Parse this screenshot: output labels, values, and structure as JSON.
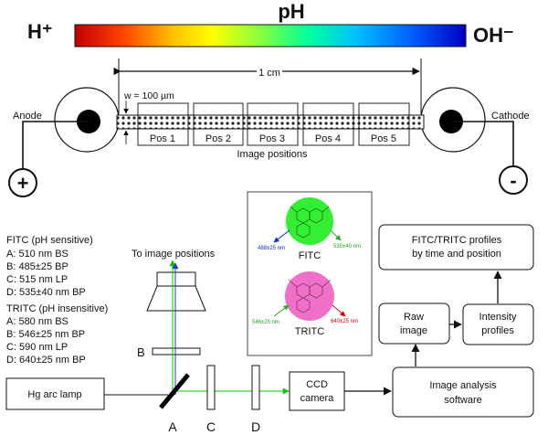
{
  "ph_scale": {
    "title": "pH",
    "acid_label": "H⁺",
    "base_label": "OH⁻"
  },
  "channel": {
    "length_label": "1 cm",
    "width_label": "w = 100 µm",
    "positions": [
      "Pos 1",
      "Pos 2",
      "Pos 3",
      "Pos 4",
      "Pos 5"
    ],
    "positions_caption": "Image positions"
  },
  "electrodes": {
    "anode_label": "Anode",
    "cathode_label": "Cathode",
    "plus_sign": "+",
    "minus_sign": "-"
  },
  "filters": {
    "fitc_header": "FITC (pH sensitive)",
    "fitc_items": [
      "A: 510 nm BS",
      "B: 485±25 BP",
      "C: 515 nm LP",
      "D: 535±40 nm BP"
    ],
    "tritc_header": "TRITC (pH insensitive)",
    "tritc_items": [
      "A: 580 nm BS",
      "B: 546±25 nm BP",
      "C: 590 nm LP",
      "D: 640±25 nm BP"
    ]
  },
  "optics": {
    "to_image_label": "To image positions",
    "lamp_label": "Hg arc lamp",
    "camera_label_1": "CCD",
    "camera_label_2": "camera",
    "component_labels": [
      "A",
      "B",
      "C",
      "D"
    ]
  },
  "dyes": {
    "fitc_name": "FITC",
    "fitc_excitation": "488±25 nm",
    "fitc_emission": "535±40 nm",
    "tritc_name": "TRITC",
    "tritc_excitation": "546±25 nm",
    "tritc_emission": "640±25 nm"
  },
  "flow": {
    "analysis_1": "Image analysis",
    "analysis_2": "software",
    "raw_1": "Raw",
    "raw_2": "image",
    "intensity_1": "Intensity",
    "intensity_2": "profiles",
    "profiles_1": "FITC/TRITC profiles",
    "profiles_2": "by time and position"
  },
  "colors": {
    "ph_gradient": [
      "#c00000",
      "#ff4000",
      "#ffc000",
      "#ffff00",
      "#80ff40",
      "#00ffa0",
      "#00c0ff",
      "#0060ff",
      "#0000c0"
    ],
    "fitc_green": "#33ee33",
    "tritc_pink": "#f070c8",
    "beam_green": "#00cc00",
    "beam_blue": "#2040d0"
  }
}
